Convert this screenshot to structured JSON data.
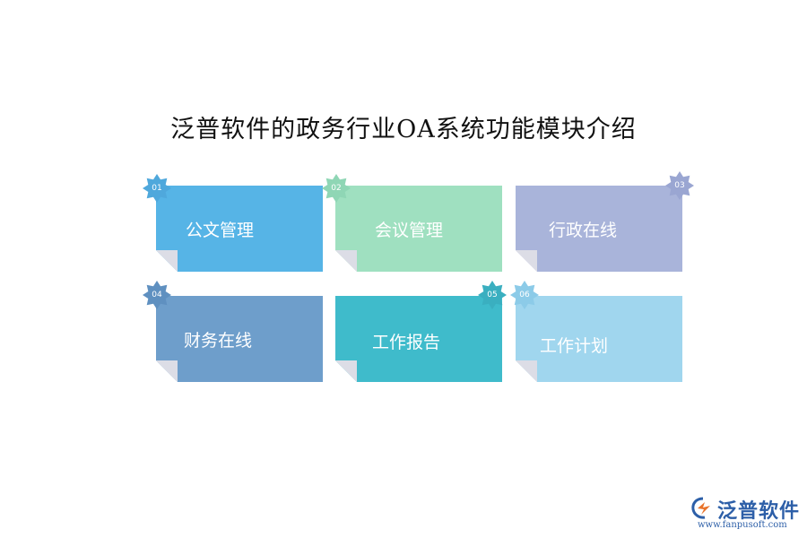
{
  "title": "泛普软件的政务行业OA系统功能模块介绍",
  "modules": [
    {
      "num": "01",
      "label": "公文管理",
      "color": "#56b4e6",
      "badge_color": "#4fa8dc"
    },
    {
      "num": "02",
      "label": "会议管理",
      "color": "#9fe0c0",
      "badge_color": "#8fd6b5"
    },
    {
      "num": "03",
      "label": "行政在线",
      "color": "#a9b4da",
      "badge_color": "#9aa6d2"
    },
    {
      "num": "04",
      "label": "财务在线",
      "color": "#6e9ecb",
      "badge_color": "#5f90c0"
    },
    {
      "num": "05",
      "label": "工作报告",
      "color": "#3fbbcb",
      "badge_color": "#3aafc0"
    },
    {
      "num": "06",
      "label": "工作计划",
      "color": "#a0d6ee",
      "badge_color": "#8ccbe8"
    }
  ],
  "logo": {
    "name": "泛普软件",
    "url": "www.fanpusoft.com",
    "icon": "fanpu-logo-icon"
  }
}
